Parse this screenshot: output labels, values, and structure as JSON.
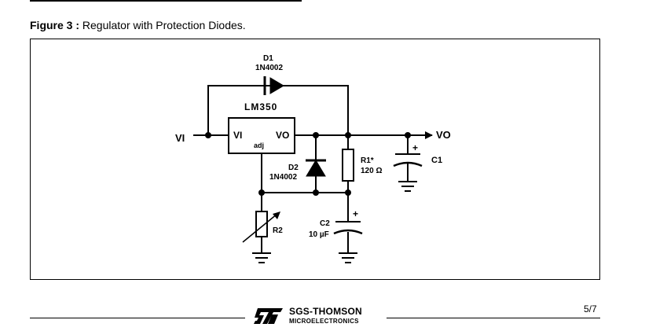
{
  "figure": {
    "label": "Figure 3 :",
    "caption": "Regulator with Protection Diodes."
  },
  "schematic": {
    "regulator": {
      "part": "LM350",
      "pin_in": "VI",
      "pin_out": "VO",
      "pin_adj": "adj"
    },
    "input_label": "VI",
    "output_label": "VO",
    "d1": {
      "ref": "D1",
      "part": "1N4002"
    },
    "d2": {
      "ref": "D2",
      "part": "1N4002"
    },
    "r1": {
      "ref": "R1*",
      "value": "120 Ω"
    },
    "r2": {
      "ref": "R2"
    },
    "c1": {
      "ref": "C1",
      "polarity": "+"
    },
    "c2": {
      "ref": "C2",
      "value": "10 µF",
      "polarity": "+"
    }
  },
  "footer": {
    "brand": "SGS-THOMSON",
    "brand_sub": "MICROELECTRONICS",
    "page": "5/7"
  }
}
